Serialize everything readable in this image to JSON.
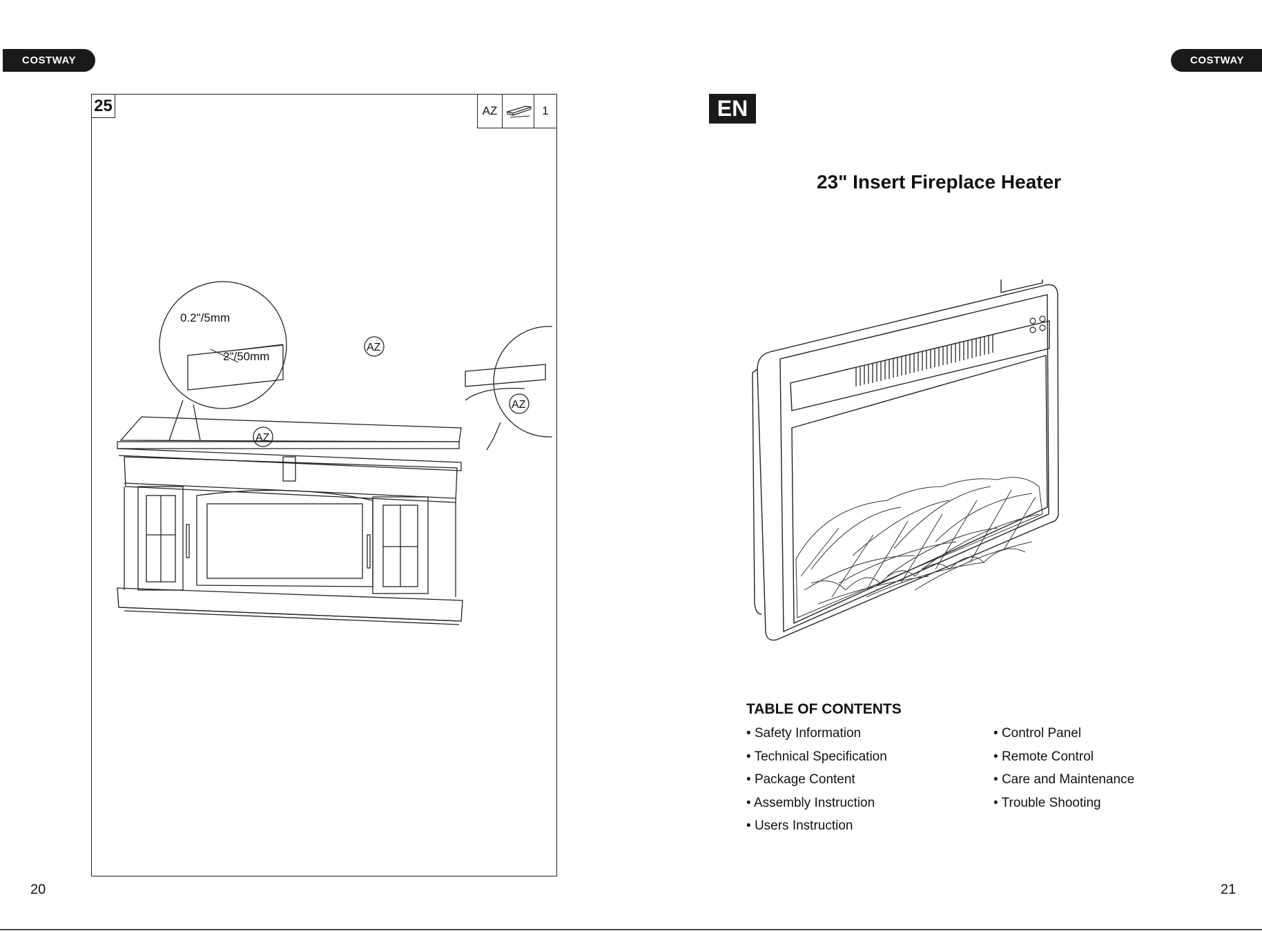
{
  "brand": {
    "left": "COSTWAY",
    "right": "COSTWAY"
  },
  "left_page": {
    "step_number": "25",
    "parts": {
      "code": "AZ",
      "icon": "board-icon",
      "quantity": "1"
    },
    "callouts": {
      "thickness": "0.2\"/5mm",
      "length": "2\"/50mm",
      "part_label_1": "AZ",
      "part_label_2": "AZ",
      "part_label_3": "AZ"
    },
    "page_number": "20"
  },
  "right_page": {
    "language": "EN",
    "product_title": "23\" Insert Fireplace Heater",
    "toc": {
      "title": "TABLE OF CONTENTS",
      "left_items": [
        "Safety Information",
        "Technical Specification",
        "Package Content",
        "Assembly Instruction",
        "Users Instruction"
      ],
      "right_items": [
        "Control Panel",
        "Remote Control",
        "Care and Maintenance",
        "Trouble Shooting"
      ]
    },
    "page_number": "21"
  }
}
